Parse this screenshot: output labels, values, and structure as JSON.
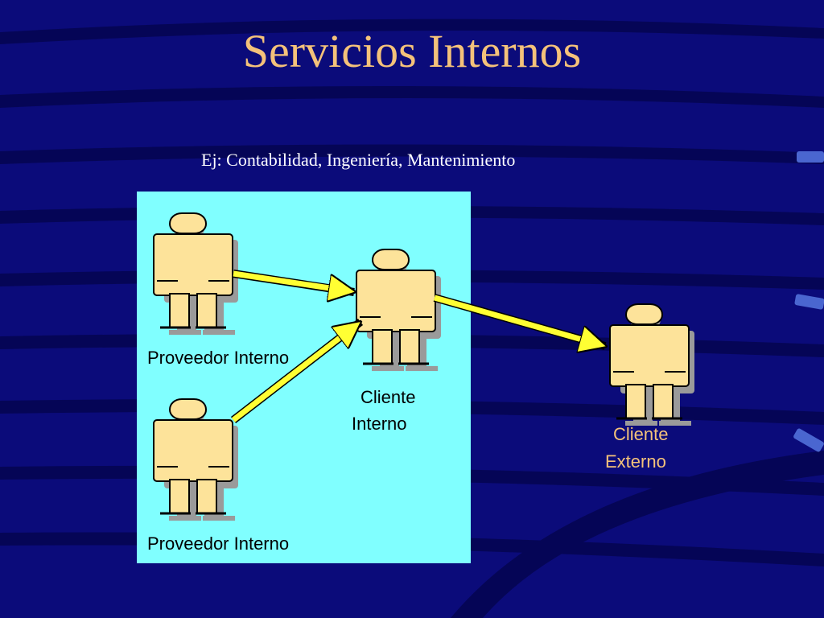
{
  "slide": {
    "title": "Servicios Internos",
    "subtitle": "Ej: Contabilidad, Ingeniería, Mantenimiento"
  },
  "nodes": {
    "provider_top": "Proveedor Interno",
    "provider_bottom": "Proveedor Interno",
    "internal_client_line1": "Cliente",
    "internal_client_line2": "Interno",
    "external_client_line1": "Cliente",
    "external_client_line2": "Externo"
  },
  "colors": {
    "background": "#0b0b7a",
    "panel": "#80ffff",
    "figure": "#fde39a",
    "arrow": "#ffff33",
    "title": "#f4c27a"
  }
}
